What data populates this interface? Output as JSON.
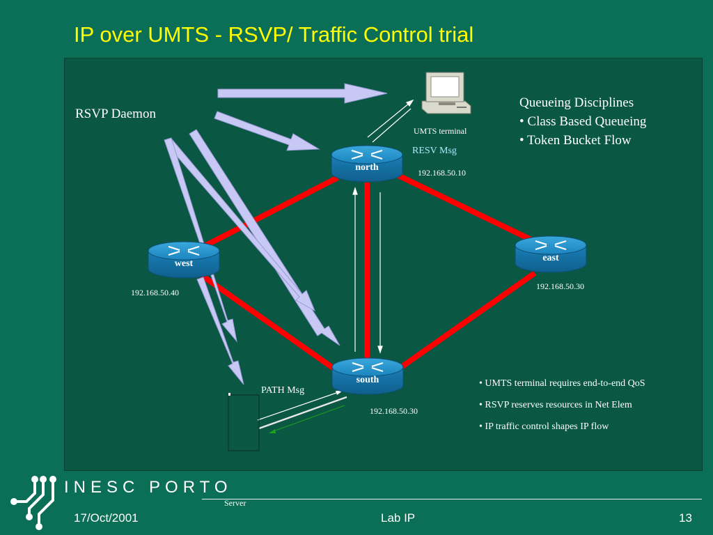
{
  "slide": {
    "title": "IP over UMTS - RSVP/ Traffic Control trial",
    "rsvp_daemon": "RSVP Daemon",
    "queueing": {
      "heading": "Queueing Disciplines",
      "items": [
        "• Class Based Queueing",
        "• Token Bucket Flow"
      ]
    },
    "routers": {
      "north": {
        "name": "north",
        "ip": "192.168.50.10"
      },
      "west": {
        "name": "west",
        "ip": "192.168.50.40"
      },
      "east": {
        "name": "east",
        "ip": "192.168.50.30"
      },
      "south": {
        "name": "south",
        "ip": "192.168.50.30"
      }
    },
    "labels": {
      "umts_terminal": "UMTS terminal",
      "resv_msg": "RESV Msg",
      "path_msg": "PATH Msg",
      "server": "Server"
    },
    "bullets": [
      "• UMTS terminal requires end-to-end QoS",
      "• RSVP reserves resources in Net Elem",
      "• IP traffic control shapes IP  flow"
    ]
  },
  "footer": {
    "brand": "INESC PORTO",
    "date": "17/Oct/2001",
    "center": "Lab IP",
    "page": "13"
  },
  "colors": {
    "background": "#0b6e56",
    "panel": "#0a5743",
    "title": "#ffff00",
    "link": "#ff0000",
    "router": "#1e90c8",
    "arrow": "#c8c8f5"
  }
}
